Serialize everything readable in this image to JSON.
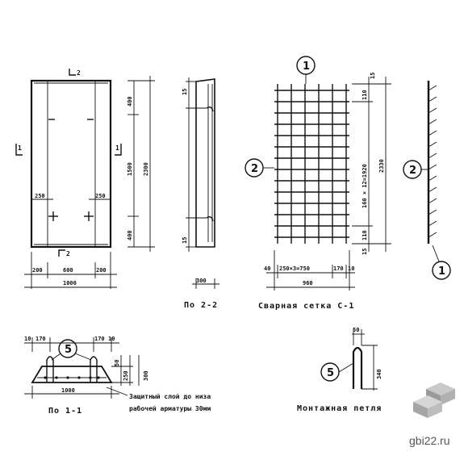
{
  "section_marks": {
    "cut_2_top": "2",
    "cut_2_bottom": "2",
    "cut_1_left": "1",
    "cut_1_right": "1"
  },
  "plan_dims": {
    "left_250": "250",
    "right_250": "250",
    "bottom_200_left": "200",
    "bottom_600": "600",
    "bottom_200_right": "200",
    "overall_1000": "1000",
    "vert_400_top": "400",
    "vert_1500": "1500",
    "vert_400_bottom": "400",
    "vert_2300": "2300"
  },
  "section_2_2": {
    "dim_15_top": "15",
    "dim_15_bottom": "15",
    "dim_300": "300",
    "caption": "По 2-2"
  },
  "mesh": {
    "bubble_1_top": "1",
    "bubble_2_left": "2",
    "dim_40": "40",
    "dim_250x3": "250×3=750",
    "dim_170": "170",
    "dim_10": "10",
    "dim_960": "960",
    "vert_15_top": "15",
    "vert_110_top": "110",
    "vert_160x12": "160 × 12=1920",
    "vert_110_bottom": "110",
    "vert_15_bottom": "15",
    "vert_2330": "2330",
    "caption": "Сварная сетка С-1",
    "side_bubble_2": "2",
    "side_bubble_1": "1"
  },
  "section_1_1": {
    "dim_10_left": "10",
    "dim_170_left": "170",
    "dim_170_right": "170",
    "dim_10_right": "10",
    "bubble_5": "5",
    "dim_50": "50",
    "dim_250": "250",
    "dim_300": "300",
    "dim_1000": "1000",
    "note_line1": "Защитный слой до низа",
    "note_line2": "рабочей арматуры 30мм",
    "caption": "По 1-1"
  },
  "loop": {
    "bubble_5": "5",
    "dim_50": "50",
    "dim_340": "340",
    "caption": "Монтажная петля"
  },
  "watermark": {
    "site": "gbi22.ru"
  }
}
